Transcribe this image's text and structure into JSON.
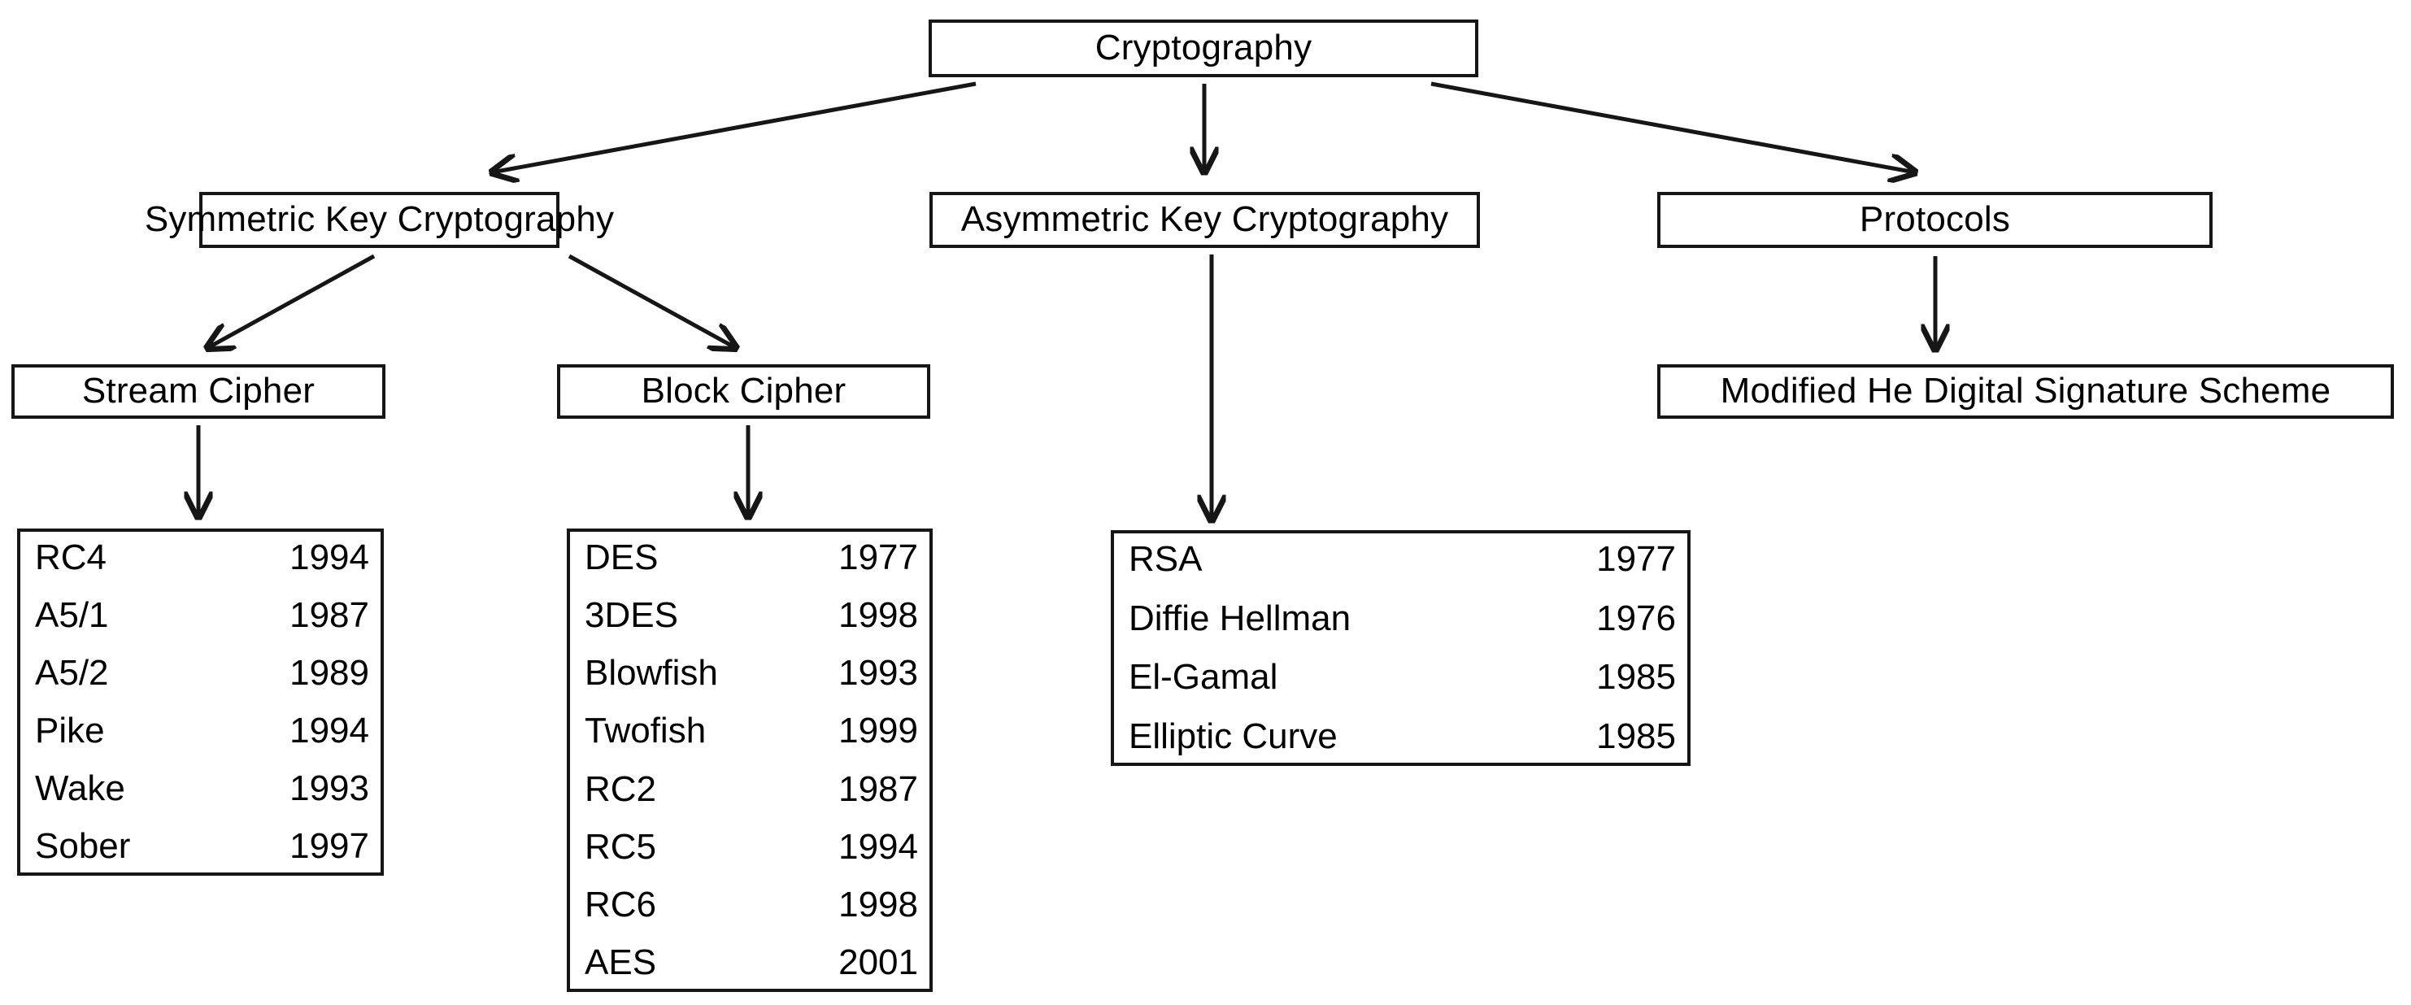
{
  "diagram": {
    "title": "Cryptography taxonomy",
    "colors": {
      "stroke": "#161616",
      "background": "#ffffff",
      "text": "#000000"
    },
    "nodes": {
      "root": "Cryptography",
      "symmetric": "Symmetric Key Cryptography",
      "asymmetric": "Asymmetric Key Cryptography",
      "protocols": "Protocols",
      "stream_cipher": "Stream Cipher",
      "block_cipher": "Block Cipher",
      "modified_he": "Modified He Digital Signature Scheme"
    },
    "lists": {
      "stream_cipher": [
        {
          "name": "RC4",
          "year": "1994"
        },
        {
          "name": "A5/1",
          "year": "1987"
        },
        {
          "name": "A5/2",
          "year": "1989"
        },
        {
          "name": "Pike",
          "year": "1994"
        },
        {
          "name": "Wake",
          "year": "1993"
        },
        {
          "name": "Sober",
          "year": "1997"
        }
      ],
      "block_cipher": [
        {
          "name": "DES",
          "year": "1977"
        },
        {
          "name": "3DES",
          "year": "1998"
        },
        {
          "name": "Blowfish",
          "year": "1993"
        },
        {
          "name": "Twofish",
          "year": "1999"
        },
        {
          "name": "RC2",
          "year": "1987"
        },
        {
          "name": "RC5",
          "year": "1994"
        },
        {
          "name": "RC6",
          "year": "1998"
        },
        {
          "name": "AES",
          "year": "2001"
        }
      ],
      "asymmetric": [
        {
          "name": "RSA",
          "year": "1977"
        },
        {
          "name": "Diffie Hellman",
          "year": "1976"
        },
        {
          "name": "El-Gamal",
          "year": "1985"
        },
        {
          "name": "Elliptic Curve",
          "year": "1985"
        }
      ]
    },
    "edges": [
      {
        "from": "root",
        "to": "symmetric"
      },
      {
        "from": "root",
        "to": "asymmetric"
      },
      {
        "from": "root",
        "to": "protocols"
      },
      {
        "from": "symmetric",
        "to": "stream_cipher"
      },
      {
        "from": "symmetric",
        "to": "block_cipher"
      },
      {
        "from": "protocols",
        "to": "modified_he"
      },
      {
        "from": "stream_cipher",
        "to": "stream_cipher_list"
      },
      {
        "from": "block_cipher",
        "to": "block_cipher_list"
      },
      {
        "from": "asymmetric",
        "to": "asymmetric_list"
      }
    ]
  }
}
